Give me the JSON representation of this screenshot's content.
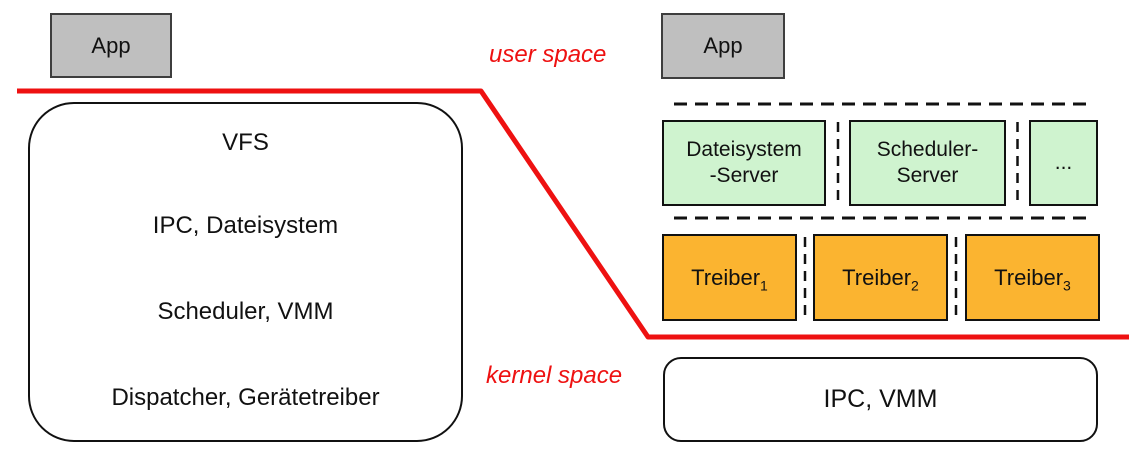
{
  "colors": {
    "red": "#ee1111",
    "gray": "#bfbfbf",
    "gray_border": "#3e3e3e",
    "green": "#cff3cf",
    "orange": "#fbb430"
  },
  "labels": {
    "user_space": "user space",
    "kernel_space": "kernel space"
  },
  "left": {
    "app": "App",
    "layers": [
      "VFS",
      "IPC, Dateisystem",
      "Scheduler, VMM",
      "Dispatcher, Gerätetreiber"
    ]
  },
  "right": {
    "app": "App",
    "servers": [
      {
        "line1": "Dateisystem",
        "line2": "-Server"
      },
      {
        "line1": "Scheduler-",
        "line2": "Server"
      },
      {
        "line1": "...",
        "line2": ""
      }
    ],
    "drivers": [
      {
        "name": "Treiber",
        "sub": "1"
      },
      {
        "name": "Treiber",
        "sub": "2"
      },
      {
        "name": "Treiber",
        "sub": "3"
      }
    ],
    "kernel_box": "IPC, VMM"
  }
}
